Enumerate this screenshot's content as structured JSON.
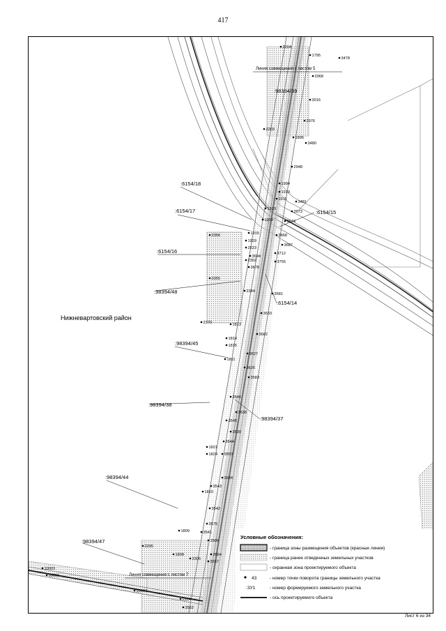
{
  "page_number": "417",
  "sheet_footer": "Лист 6 из 34",
  "region_label": "Нижневартовский район",
  "join_lines": {
    "top": "Линия совмещения с листом 5",
    "bottom": "Линия совмещения с листом 7"
  },
  "parcels": [
    ":98394/39",
    ":6154/18",
    ":6154/17",
    ":6154/15",
    ":6154/16",
    ":98394/48",
    ":6154/14",
    ":98394/45",
    ":98394/38",
    ":98394/37",
    ":98394/44",
    ":98394/47"
  ],
  "points": [
    "2204",
    "1795",
    "3478",
    "2968",
    "3016",
    "2976",
    "2203",
    "1896",
    "3480",
    "2948",
    "1994",
    "1919",
    "1911",
    "3481",
    "1910",
    "3673",
    "1909",
    "3674",
    "1915",
    "3668",
    "2356",
    "1929",
    "3687",
    "2523",
    "3712",
    "3694",
    "2352",
    "3755",
    "3678",
    "2355",
    "2384",
    "3581",
    "3633",
    "2370",
    "1813",
    "3682",
    "1814",
    "1815",
    "3627",
    "1811",
    "3626",
    "3583",
    "3546",
    "3638",
    "3545",
    "3539",
    "3544",
    "1821",
    "1824",
    "3553",
    "3584",
    "3543",
    "1810",
    "3542",
    "3575",
    "1809",
    "3541",
    "3586",
    "2295",
    "1808",
    "3554",
    "3557",
    "2306",
    "10003",
    "10050",
    "10007",
    "2314",
    "3562"
  ],
  "legend": {
    "title": "Условные обозначения:",
    "items": [
      {
        "symbol": "",
        "text": "- граница зоны размещения объектов (красные линии)"
      },
      {
        "symbol": "",
        "text": "- граница ранее отведенных земельных участков"
      },
      {
        "symbol": "",
        "text": "- охранная зона проектируемого объекта"
      },
      {
        "symbol": "43",
        "text": "- номер точки поворота границы земельного участка"
      },
      {
        "symbol": ":ЗУ1",
        "text": "- номер формируемого земельного участка"
      },
      {
        "symbol": "",
        "text": "- ось проектируемого объекта"
      }
    ]
  }
}
